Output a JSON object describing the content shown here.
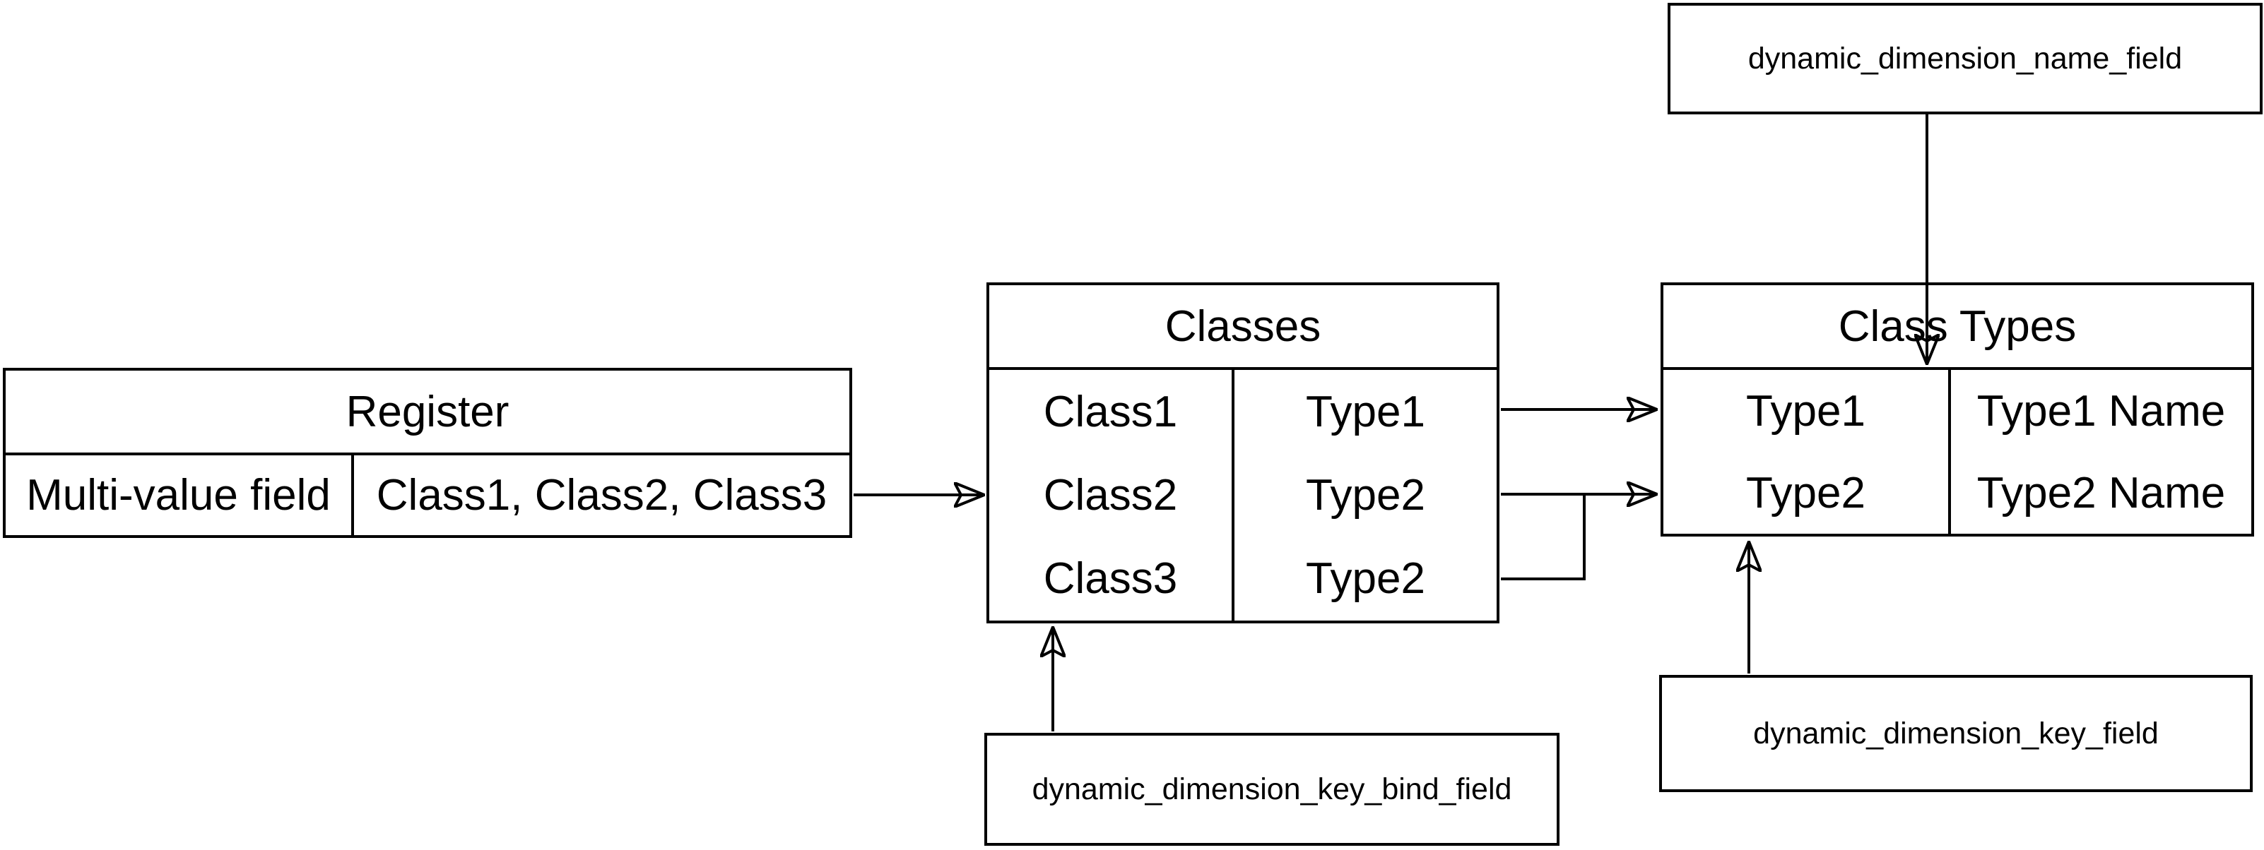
{
  "diagram": {
    "register_table": {
      "title": "Register",
      "row": {
        "field": "Multi-value field",
        "value": "Class1, Class2, Class3"
      }
    },
    "classes_table": {
      "title": "Classes",
      "rows": [
        {
          "class": "Class1",
          "type": "Type1"
        },
        {
          "class": "Class2",
          "type": "Type2"
        },
        {
          "class": "Class3",
          "type": "Type2"
        }
      ]
    },
    "class_types_table": {
      "title": "Class Types",
      "rows": [
        {
          "type": "Type1",
          "name": "Type1 Name"
        },
        {
          "type": "Type2",
          "name": "Type2 Name"
        }
      ]
    },
    "field_boxes": {
      "name_field": "dynamic_dimension_name_field",
      "key_field": "dynamic_dimension_key_field",
      "key_bind_field": "dynamic_dimension_key_bind_field"
    },
    "colors": {
      "line": "#000000",
      "background": "#ffffff"
    }
  }
}
